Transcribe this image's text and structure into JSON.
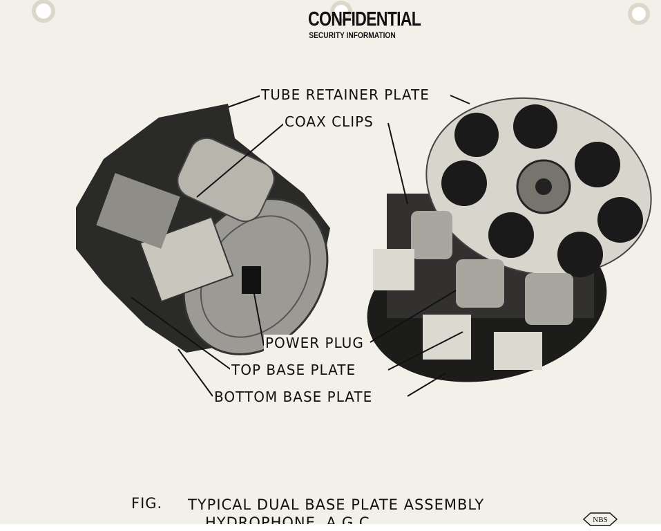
{
  "stamp": {
    "title": "CONFIDENTIAL",
    "subtitle": "SECURITY INFORMATION"
  },
  "labels": {
    "tube_retainer_plate": "TUBE RETAINER PLATE",
    "coax_clips": "COAX CLIPS",
    "power_plug": "POWER PLUG",
    "top_base_plate": "TOP BASE PLATE",
    "bottom_base_plate": "BOTTOM BASE PLATE"
  },
  "caption": {
    "fig": "FIG.",
    "line1": "TYPICAL DUAL BASE PLATE ASSEMBLY",
    "line2": "HYDROPHONE  A.G.C."
  },
  "logo": {
    "text": "NBS"
  },
  "colors": {
    "paper": "#f3f0e9",
    "ink": "#111111"
  }
}
